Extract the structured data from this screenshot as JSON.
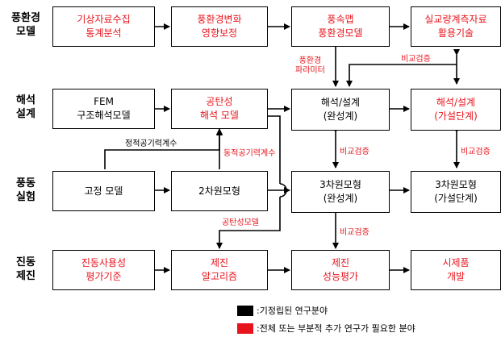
{
  "rows": [
    {
      "label": "풍환경\n모델"
    },
    {
      "label": "해석\n설계"
    },
    {
      "label": "풍동\n실험"
    },
    {
      "label": "진동\n제진"
    }
  ],
  "boxes": {
    "wind_stats": "기상자료수집\n통계분석",
    "wind_change": "풍환경변화\n영향보정",
    "wind_field": "풍속맵\n풍환경모델",
    "field_meas": "실교량계측자료\n활용기술",
    "fem": "FEM\n구조해석모델",
    "aero_model": "공탄성\n해석 모델",
    "design_done": "해석/설계\n(완성계)",
    "design_erect": "해석/설계\n(가설단계)",
    "fixed_model": "고정 모델",
    "model_2d": "2차원모형",
    "model_3d_done": "3차원모형\n(완성계)",
    "model_3d_erect": "3차원모형\n(가설단계)",
    "vib_criteria": "진동사용성\n평가기준",
    "control_algo": "제진\n알고리즘",
    "control_perf": "제진\n성능평가",
    "prototype": "시제품\n개발"
  },
  "labels": {
    "wind_param": "풍환경\n파라미터",
    "compare_top": "비교검증",
    "static_coef": "정적공기력계수",
    "dynamic_coef": "동적공기력계수",
    "compare_mid1": "비교검증",
    "compare_mid2": "비교검증",
    "aero_model_lbl": "공탄성모델",
    "compare_low": "비교검증"
  },
  "legend": {
    "established": ":기정립된 연구분야",
    "needed": ":전체 또는 부분적 추가 연구가 필요한 분야",
    "established_color": "#000000",
    "needed_color": "#e8141c"
  }
}
